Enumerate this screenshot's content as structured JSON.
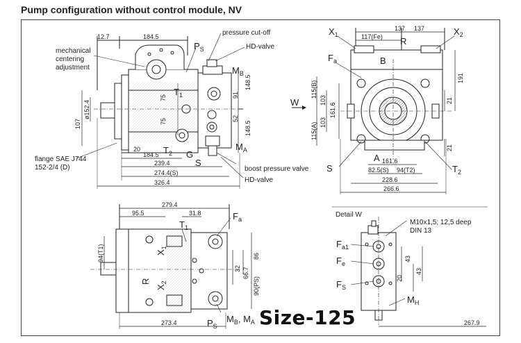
{
  "title": "Pump configuration without control module, NV",
  "size_label": "Size-125",
  "detail_label": "Detail W",
  "top_left": {
    "dims": {
      "d12_7": "12.7",
      "d184_5_top": "184.5",
      "d75a": "75",
      "d75b": "75",
      "d91": "91",
      "d148_5a": "148.5",
      "d52": "52",
      "d148_5b": "148.5",
      "d107": "107",
      "d152_4": "ø152.4",
      "d20": "20",
      "d184_5_bot": "184.5",
      "d239_4": "239.4",
      "d274_4": "274.4(S)",
      "d326_4": "326.4"
    },
    "labels": {
      "mech": [
        "mechanical",
        "centering",
        "adjustment"
      ],
      "ps": "P",
      "ps_sub": "S",
      "cutoff": "pressure cut-off",
      "hd_top": "HD-valve",
      "mb": "M",
      "mb_sub": "B",
      "t1": "T",
      "t1_sub": "1",
      "t2": "T",
      "t2_sub": "2",
      "g": "G",
      "s": "S",
      "ma": "M",
      "ma_sub": "A",
      "boost": "boost pressure valve",
      "hd_bot": "HD-valve",
      "flange": [
        "flange SAE J744",
        "152-2/4 (D)"
      ]
    }
  },
  "top_right": {
    "dims": {
      "d137a": "137",
      "d137b": "137",
      "d117": "117(Fe)",
      "d191": "191",
      "d115b": "115(B)",
      "d161_6v": "161.6",
      "d103a": "103",
      "d115a": "115(A)",
      "d103b": "103",
      "d21a": "21",
      "d21b": "21",
      "d161_6h": "161.6",
      "d82_5": "82.5(S)",
      "d94t2": "94(T2)",
      "d228_6": "228.6",
      "d266_6": "266.6"
    },
    "labels": {
      "x1": "X",
      "x1_sub": "1",
      "x2": "X",
      "x2_sub": "2",
      "r": "R",
      "fa": "F",
      "fa_sub": "a",
      "b": "B",
      "a": "A",
      "w": "W",
      "s": "S",
      "t2": "T",
      "t2_sub": "2"
    }
  },
  "bottom_left": {
    "dims": {
      "d279_4": "279.4",
      "d95_5": "95.5",
      "d31_8": "31.8",
      "d94t1": "94(T1)",
      "d86": "86",
      "d32": "32",
      "d66_7": "66.7",
      "d90ps": "90(PS)",
      "d273_4": "273.4"
    },
    "labels": {
      "fa": "F",
      "fa_sub": "a",
      "t1": "T",
      "t1_sub": "1",
      "x1": "X",
      "x1_sub": "1",
      "x2": "X",
      "x2_sub": "2",
      "r": "R",
      "ps": "P",
      "ps_sub": "S",
      "mbma": "M",
      "mbma_sub1": "B",
      "mbma_mid": ", M",
      "mbma_sub2": "A"
    }
  },
  "detail": {
    "dims": {
      "d43a": "43",
      "d43b": "43",
      "d20": "20",
      "d267_9": "267.9"
    },
    "labels": {
      "m10": "M10x1,5; 12,5 deep",
      "din": "DIN 13",
      "fa1": "F",
      "fa1_sub": "a1",
      "fe": "F",
      "fe_sub": "e",
      "fs": "F",
      "fs_sub": "S",
      "mh": "M",
      "mh_sub": "H"
    }
  }
}
